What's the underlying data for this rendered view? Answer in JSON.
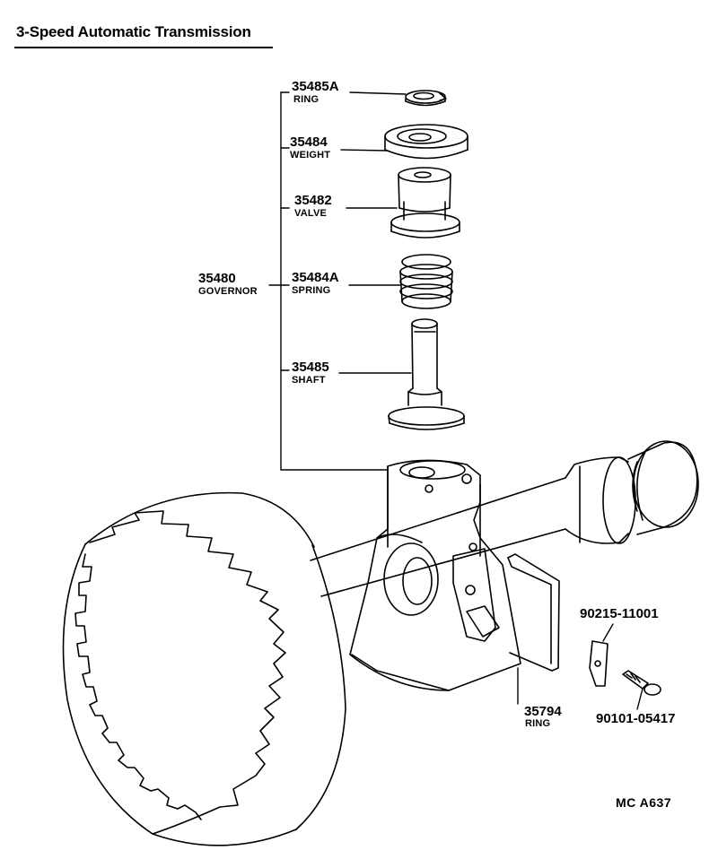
{
  "title": "3-Speed Automatic Transmission",
  "parts": {
    "governor": {
      "number": "35480",
      "name": "GOVERNOR"
    },
    "ring_top": {
      "number": "35485A",
      "name": "RING"
    },
    "weight": {
      "number": "35484",
      "name": "WEIGHT"
    },
    "valve": {
      "number": "35482",
      "name": "VALVE"
    },
    "spring": {
      "number": "35484A",
      "name": "SPRING"
    },
    "shaft": {
      "number": "35485",
      "name": "SHAFT"
    },
    "clip": {
      "number": "90215-11001"
    },
    "ring_lower": {
      "number": "35794",
      "name": "RING"
    },
    "bolt": {
      "number": "90101-05417"
    }
  },
  "diagram_code": "MC  A637"
}
